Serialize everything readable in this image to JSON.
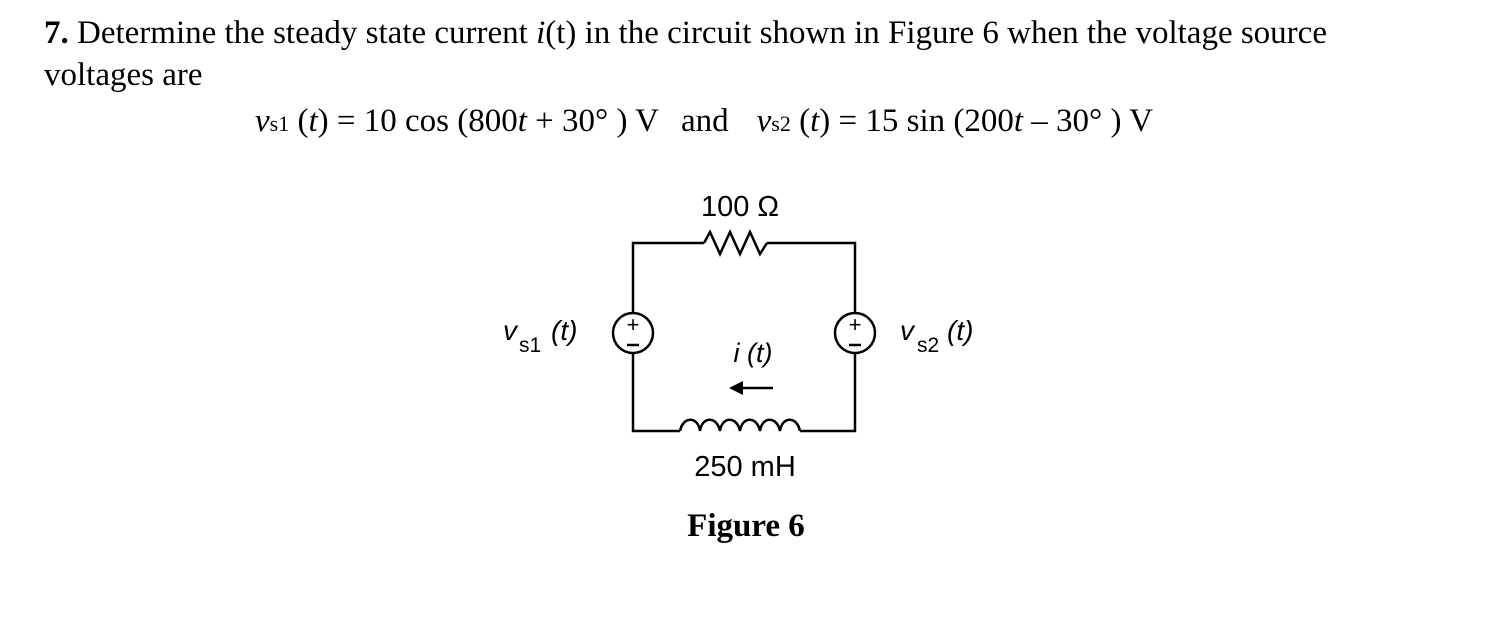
{
  "problem": {
    "number": "7.",
    "text_before_var": " Determine the steady state current ",
    "current_var": "i",
    "current_arg": "(t)",
    "text_after_var": " in the circuit shown in Figure 6 when the voltage source",
    "line2": "voltages are"
  },
  "equation": {
    "vs1_symbol": "v",
    "vs1_sub": "s1",
    "vs1_arg_open": " (",
    "t": "t",
    "vs1_arg_close": ") = 10 cos (800",
    "vs1_tail": " + 30° ) V",
    "joiner": "and",
    "vs2_symbol": "v",
    "vs2_sub": "s2",
    "vs2_arg_open": " (",
    "vs2_arg_close": ") = 15 sin (200",
    "vs2_tail": " – 30° ) V"
  },
  "circuit": {
    "resistor_label": "100 Ω",
    "inductor_label": "250 mH",
    "current_label": "i (t)",
    "source1": {
      "symbol": "v",
      "sub": "s1",
      "arg": "(t)"
    },
    "source2": {
      "symbol": "v",
      "sub": "s2",
      "arg": "(t)"
    },
    "plus": "+",
    "minus": "−"
  },
  "figure_caption": "Figure 6"
}
